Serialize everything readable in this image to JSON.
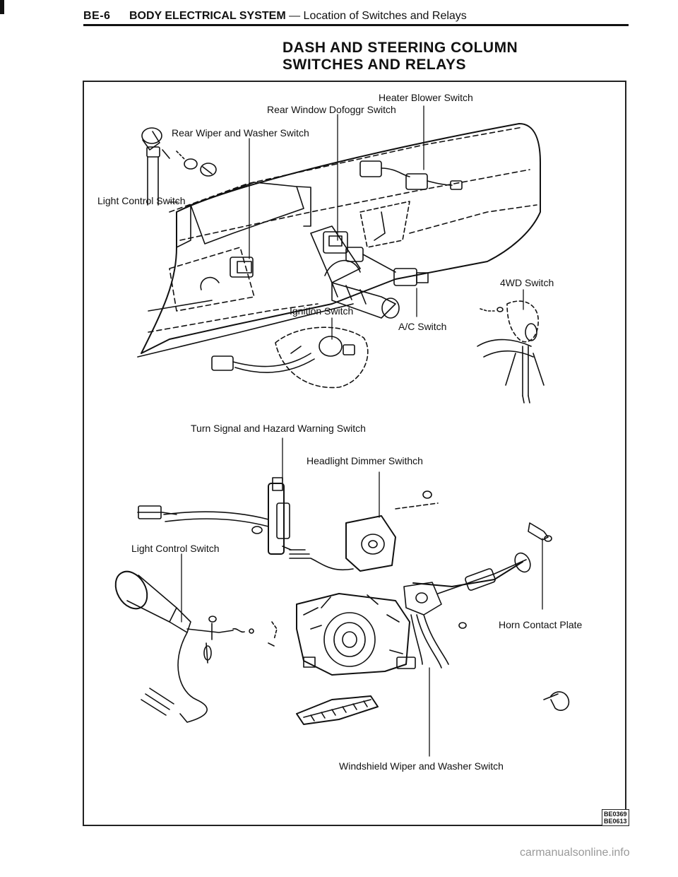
{
  "header": {
    "page_code": "BE-6",
    "section": "BODY ELECTRICAL SYSTEM",
    "subsection": "— Location of Switches and Relays"
  },
  "title": {
    "line1": "DASH AND STEERING COLUMN",
    "line2": "SWITCHES AND RELAYS"
  },
  "labels": {
    "heater_blower": "Heater Blower Switch",
    "rear_window": "Rear Window Dofoggr Switch",
    "rear_wiper": "Rear Wiper and Washer Switch",
    "light_control_top": "Light Control Switch",
    "four_wd": "4WD Switch",
    "ignition": "Ignition Switch",
    "ac": "A/C Switch",
    "turn_signal": "Turn Signal and Hazard Warning Switch",
    "headlight_dimmer": "Headlight Dimmer Swithch",
    "light_control_bottom": "Light Control Switch",
    "horn_contact": "Horn Contact Plate",
    "windshield_wiper": "Windshield Wiper and Washer Switch"
  },
  "figure_codes": {
    "code1": "BE0369",
    "code2": "BE0613"
  },
  "footer": {
    "watermark": "carmanualsonline.info"
  }
}
